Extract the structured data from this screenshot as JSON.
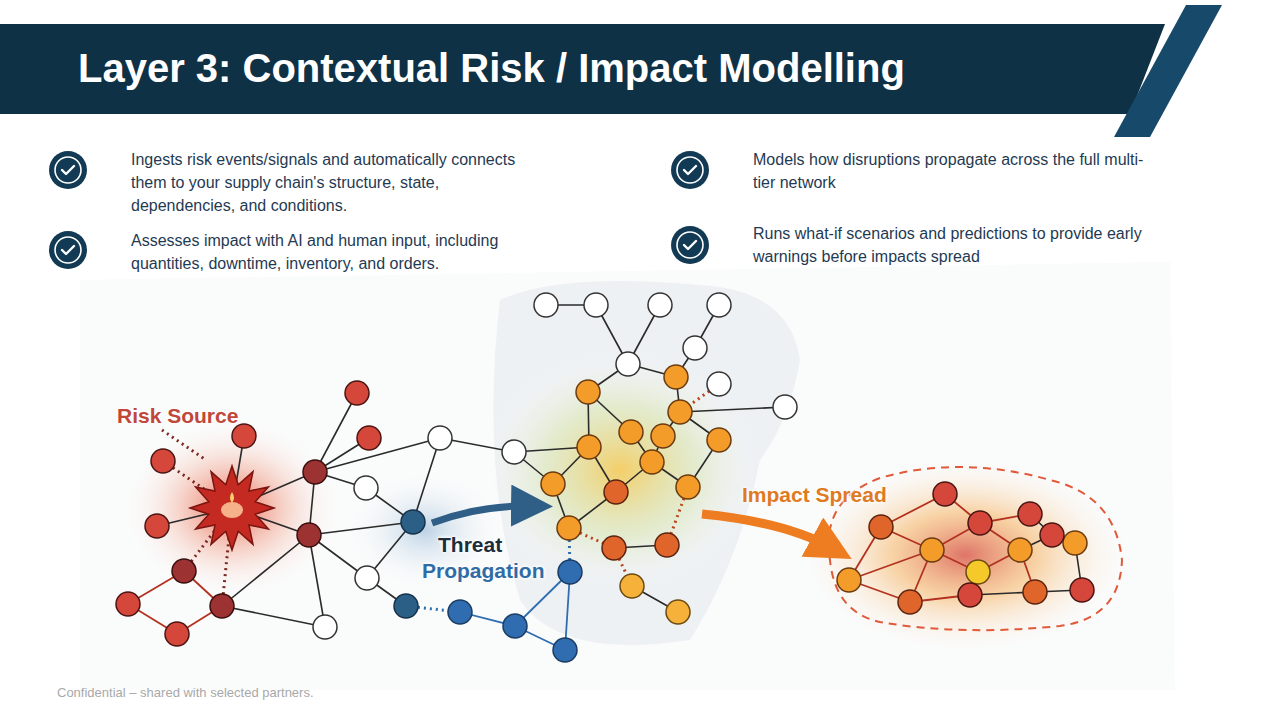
{
  "diagram": {
    "title": "Layer 3: Contextual Risk / Impact Modelling",
    "labels": [
      "Ingests risk events/signals and automatically connects them to your supply chain's structure, state, dependencies, and conditions.",
      "Assesses impact with AI and human input, including quantities, downtime, inventory, and orders.",
      "Models how disruptions propagate across the full multi-tier network",
      "Runs what-if scenarios and predictions to provide early warnings before impacts spread",
      "Risk Source",
      "Threat",
      "Propagation",
      "Impact Spread",
      "Confidential – shared with selected partners."
    ]
  }
}
